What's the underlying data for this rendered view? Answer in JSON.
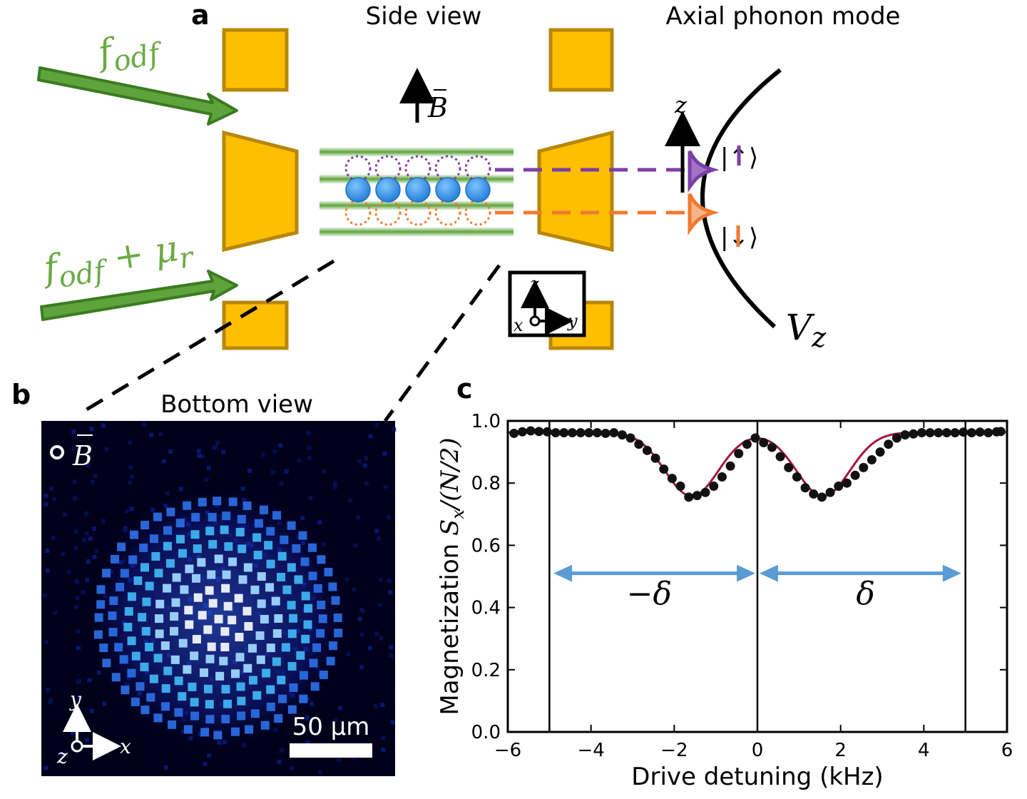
{
  "panel_a": {
    "label": "a",
    "side_view_title": "Side view",
    "axial_title": "Axial phonon mode",
    "beam_top_label": "f",
    "beam_top_sub": "odf",
    "beam_bottom_label": "f",
    "beam_bottom_sub": "odf",
    "beam_bottom_plus": " + μ",
    "beam_bottom_sub2": "r",
    "b_field_label": "B",
    "axis_z": "z",
    "axis_y": "y",
    "axis_x": "x",
    "potential_axis": "z",
    "potential_label": "V",
    "potential_sub": "z",
    "ket_up": "|↑⟩",
    "ket_down": "|↓⟩",
    "colors": {
      "electrode": "#FDBF00",
      "electrode_edge": "#B8860B",
      "beam": "#5EA33B",
      "ion": "#2B8FE6",
      "up": "#7B3FA6",
      "down": "#F07A30"
    }
  },
  "panel_b": {
    "label": "b",
    "title": "Bottom view",
    "b_field_label": "B",
    "axis_y": "y",
    "axis_x": "x",
    "axis_z": "z",
    "scale_bar": "50 μm"
  },
  "panel_c": {
    "label": "c",
    "chart_data": {
      "type": "scatter",
      "xlabel": "Drive detuning (kHz)",
      "ylabel_text": "Magnetization ",
      "ylabel_math": "S",
      "ylabel_sub": "x",
      "ylabel_tail": "/(N/2)",
      "xlim": [
        -6,
        6
      ],
      "ylim": [
        0,
        1.0
      ],
      "xticks": [
        -6,
        -4,
        -2,
        0,
        2,
        4,
        6
      ],
      "xtick_labels": [
        "−6",
        "−4",
        "−2",
        "0",
        "2",
        "4",
        "6"
      ],
      "yticks": [
        0.0,
        0.2,
        0.4,
        0.6,
        0.8,
        1.0
      ],
      "ytick_labels": [
        "0.0",
        "0.2",
        "0.4",
        "0.6",
        "0.8",
        "1.0"
      ],
      "vlines": [
        -5,
        0,
        5
      ],
      "arrow_left_label": "−δ",
      "arrow_right_label": "δ",
      "points": [
        [
          -5.85,
          0.96
        ],
        [
          -5.65,
          0.965
        ],
        [
          -5.45,
          0.968
        ],
        [
          -5.25,
          0.966
        ],
        [
          -5.05,
          0.965
        ],
        [
          -4.85,
          0.962
        ],
        [
          -4.65,
          0.962
        ],
        [
          -4.45,
          0.962
        ],
        [
          -4.25,
          0.962
        ],
        [
          -4.05,
          0.962
        ],
        [
          -3.85,
          0.962
        ],
        [
          -3.65,
          0.96
        ],
        [
          -3.45,
          0.962
        ],
        [
          -3.25,
          0.955
        ],
        [
          -3.05,
          0.945
        ],
        [
          -2.85,
          0.925
        ],
        [
          -2.65,
          0.905
        ],
        [
          -2.45,
          0.88
        ],
        [
          -2.25,
          0.845
        ],
        [
          -2.05,
          0.815
        ],
        [
          -1.85,
          0.79
        ],
        [
          -1.65,
          0.755
        ],
        [
          -1.45,
          0.76
        ],
        [
          -1.25,
          0.77
        ],
        [
          -1.05,
          0.79
        ],
        [
          -0.85,
          0.82
        ],
        [
          -0.65,
          0.855
        ],
        [
          -0.45,
          0.895
        ],
        [
          -0.25,
          0.925
        ],
        [
          -0.05,
          0.945
        ],
        [
          0.15,
          0.93
        ],
        [
          0.35,
          0.915
        ],
        [
          0.55,
          0.885
        ],
        [
          0.75,
          0.85
        ],
        [
          0.95,
          0.82
        ],
        [
          1.15,
          0.785
        ],
        [
          1.35,
          0.765
        ],
        [
          1.55,
          0.755
        ],
        [
          1.75,
          0.77
        ],
        [
          1.95,
          0.79
        ],
        [
          2.15,
          0.8
        ],
        [
          2.35,
          0.825
        ],
        [
          2.55,
          0.85
        ],
        [
          2.75,
          0.875
        ],
        [
          2.95,
          0.9
        ],
        [
          3.15,
          0.925
        ],
        [
          3.35,
          0.945
        ],
        [
          3.55,
          0.955
        ],
        [
          3.75,
          0.958
        ],
        [
          3.95,
          0.962
        ],
        [
          4.15,
          0.962
        ],
        [
          4.35,
          0.962
        ],
        [
          4.55,
          0.962
        ],
        [
          4.75,
          0.962
        ],
        [
          4.95,
          0.964
        ],
        [
          5.15,
          0.962
        ],
        [
          5.35,
          0.964
        ],
        [
          5.55,
          0.962
        ],
        [
          5.75,
          0.965
        ],
        [
          5.85,
          0.966
        ]
      ],
      "fit_color": "#A3173A",
      "point_color": "#111111",
      "arrow_color": "#5B9BD5"
    }
  }
}
